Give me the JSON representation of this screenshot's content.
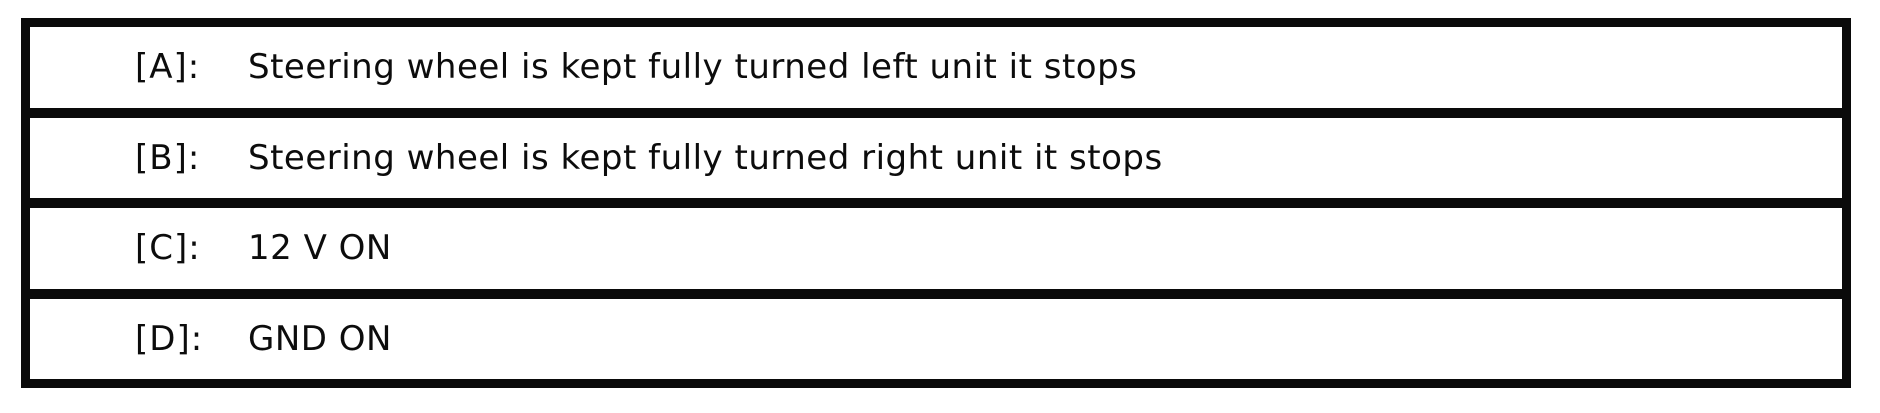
{
  "table": {
    "border_color": "#0a0a0a",
    "background_color": "#ffffff",
    "text_color": "#0c0c0c",
    "rows": [
      {
        "label": "[A]:",
        "text": "Steering wheel is kept fully turned left unit it stops"
      },
      {
        "label": "[B]:",
        "text": "Steering wheel is kept fully turned right unit it stops"
      },
      {
        "label": "[C]:",
        "text": "12 V ON"
      },
      {
        "label": "[D]:",
        "text": "GND ON"
      }
    ]
  }
}
